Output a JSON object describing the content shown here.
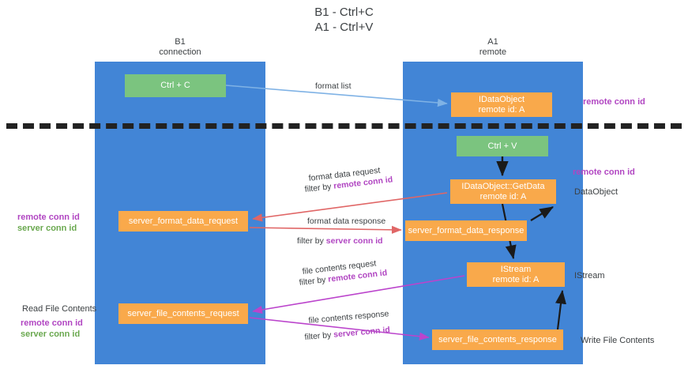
{
  "title": "B1 - Ctrl+C\nA1 - Ctrl+V",
  "columns": {
    "left": "B1\nconnection",
    "right": "A1\nremote"
  },
  "nodes": {
    "ctrl_c": "Ctrl + C",
    "idataobject": "IDataObject\nremote id: A",
    "ctrl_v": "Ctrl + V",
    "getdata": "IDataObject::GetData\nremote id: A",
    "server_format_data_request": "server_format_data_request",
    "server_format_data_response": "server_format_data_response",
    "istream": "IStream\nremote id: A",
    "server_file_contents_request": "server_file_contents_request",
    "server_file_contents_response": "server_file_contents_response"
  },
  "edges": {
    "format_list": "format list",
    "format_data_request": "format data request",
    "format_data_request_filter_prefix": "filter by ",
    "format_data_request_filter_key": "remote conn id",
    "format_data_response": "format data response",
    "format_data_response_filter_prefix": "filter by ",
    "format_data_response_filter_key": "server conn id",
    "file_contents_request": "file contents request",
    "file_contents_request_filter_prefix": "filter by ",
    "file_contents_request_filter_key": "remote conn id",
    "file_contents_response": "file contents response",
    "file_contents_response_filter_prefix": "filter by ",
    "file_contents_response_filter_key": "server conn id"
  },
  "notes": {
    "remote_conn_id_top": "remote conn id",
    "remote_conn_id_mid": "remote conn id",
    "dataobject": "DataObject",
    "istream": "IStream",
    "write_file_contents": "Write File Contents",
    "read_file_contents": "Read File Contents",
    "left_remote_conn_id": "remote conn id",
    "left_server_conn_id": "server conn id",
    "left2_remote_conn_id": "remote conn id",
    "left2_server_conn_id": "server conn id"
  },
  "colors": {
    "lane": "#4285d6",
    "green_node": "#7bc47f",
    "orange_node": "#f9a94b",
    "purple_key": "#b146c2",
    "green_key": "#6aa84f",
    "arrow_blue": "#7fb2e5",
    "arrow_red": "#e06666",
    "arrow_magenta": "#bb44cc",
    "arrow_black": "#1a1a1a"
  }
}
